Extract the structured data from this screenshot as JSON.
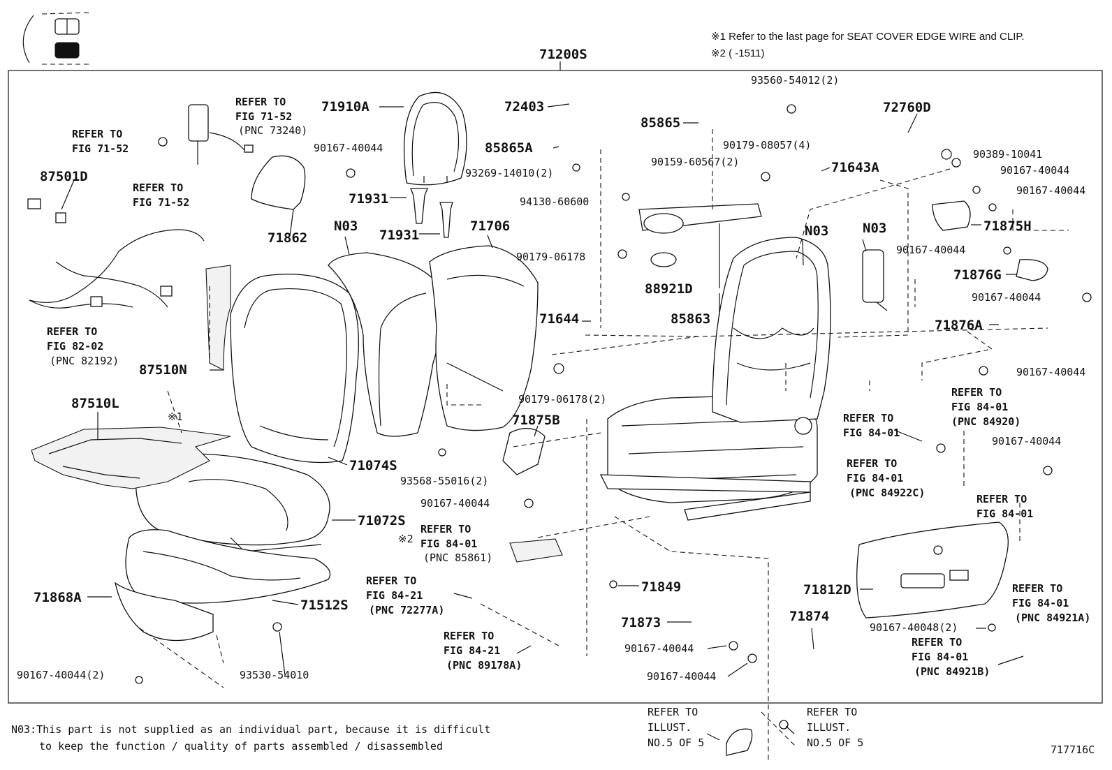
{
  "assembly_number": "71200S",
  "notes": {
    "note1": "※1 Refer to the last page for SEAT COVER EDGE WIRE and CLIP.",
    "note2": "※2 (      -1511)"
  },
  "footnote": {
    "line1": "N03:This part is not supplied as an individual part, because it is difficult",
    "line2": "to keep the function / quality of parts assembled / disassembled"
  },
  "figure_code": "717716C",
  "callouts": [
    {
      "id": "c01",
      "text": "71910A",
      "style": "bold"
    },
    {
      "id": "c02",
      "text": "72403",
      "style": "bold"
    },
    {
      "id": "c03",
      "text": "85865A",
      "style": "bold"
    },
    {
      "id": "c04",
      "text": "85865",
      "style": "bold"
    },
    {
      "id": "c05",
      "text": "72760D",
      "style": "bold"
    },
    {
      "id": "c06",
      "text": "87501D",
      "style": "bold"
    },
    {
      "id": "c07",
      "text": "71931",
      "style": "bold"
    },
    {
      "id": "c08",
      "text": "71931",
      "style": "bold"
    },
    {
      "id": "c09",
      "text": "71862",
      "style": "bold"
    },
    {
      "id": "c10",
      "text": "N03",
      "style": "bold"
    },
    {
      "id": "c11",
      "text": "71706",
      "style": "bold"
    },
    {
      "id": "c12",
      "text": "71643A",
      "style": "bold"
    },
    {
      "id": "c13",
      "text": "N03",
      "style": "bold"
    },
    {
      "id": "c14",
      "text": "N03",
      "style": "bold"
    },
    {
      "id": "c15",
      "text": "71875H",
      "style": "bold"
    },
    {
      "id": "c16",
      "text": "71876G",
      "style": "bold"
    },
    {
      "id": "c17",
      "text": "88921D",
      "style": "bold"
    },
    {
      "id": "c18",
      "text": "85863",
      "style": "bold"
    },
    {
      "id": "c19",
      "text": "71644",
      "style": "bold"
    },
    {
      "id": "c20",
      "text": "71876A",
      "style": "bold"
    },
    {
      "id": "c21",
      "text": "87510N",
      "style": "bold"
    },
    {
      "id": "c22",
      "text": "87510L",
      "style": "bold"
    },
    {
      "id": "c23",
      "text": "71875B",
      "style": "bold"
    },
    {
      "id": "c24",
      "text": "71074S",
      "style": "bold"
    },
    {
      "id": "c25",
      "text": "71072S",
      "style": "bold"
    },
    {
      "id": "c26",
      "text": "71868A",
      "style": "bold"
    },
    {
      "id": "c27",
      "text": "71512S",
      "style": "bold"
    },
    {
      "id": "c28",
      "text": "71849",
      "style": "bold"
    },
    {
      "id": "c29",
      "text": "71812D",
      "style": "bold"
    },
    {
      "id": "c30",
      "text": "71873",
      "style": "bold"
    },
    {
      "id": "c31",
      "text": "71874",
      "style": "bold"
    },
    {
      "id": "c40",
      "text": "90167-40044",
      "style": "thin"
    },
    {
      "id": "c41",
      "text": "93560-54012(2)",
      "style": "thin"
    },
    {
      "id": "c42",
      "text": "90179-08057(4)",
      "style": "thin"
    },
    {
      "id": "c43",
      "text": "90389-10041",
      "style": "thin"
    },
    {
      "id": "c44",
      "text": "90159-60567(2)",
      "style": "thin"
    },
    {
      "id": "c45",
      "text": "90167-40044",
      "style": "thin"
    },
    {
      "id": "c46",
      "text": "93269-14010(2)",
      "style": "thin"
    },
    {
      "id": "c47",
      "text": "90167-40044",
      "style": "thin"
    },
    {
      "id": "c48",
      "text": "94130-60600",
      "style": "thin"
    },
    {
      "id": "c49",
      "text": "90167-40044",
      "style": "thin"
    },
    {
      "id": "c50",
      "text": "90179-06178",
      "style": "thin"
    },
    {
      "id": "c51",
      "text": "90167-40044",
      "style": "thin"
    },
    {
      "id": "c52",
      "text": "90179-06178(2)",
      "style": "thin"
    },
    {
      "id": "c53",
      "text": "90167-40044",
      "style": "thin"
    },
    {
      "id": "c54",
      "text": "90167-40044",
      "style": "thin"
    },
    {
      "id": "c55",
      "text": "93568-55016(2)",
      "style": "thin"
    },
    {
      "id": "c56",
      "text": "90167-40044",
      "style": "thin"
    },
    {
      "id": "c57",
      "text": "90167-40044(2)",
      "style": "thin"
    },
    {
      "id": "c58",
      "text": "93530-54010",
      "style": "thin"
    },
    {
      "id": "c59",
      "text": "90167-40044",
      "style": "thin"
    },
    {
      "id": "c60",
      "text": "90167-40044",
      "style": "thin"
    },
    {
      "id": "c61",
      "text": "90167-40048(2)",
      "style": "thin"
    },
    {
      "id": "c62",
      "text": "※1",
      "style": "thin"
    },
    {
      "id": "c63",
      "text": "※2",
      "style": "thin"
    }
  ],
  "references": [
    {
      "id": "r01",
      "lines": [
        "REFER TO",
        "FIG 71-52",
        "(PNC 73240)"
      ]
    },
    {
      "id": "r02",
      "lines": [
        "REFER TO",
        "FIG 71-52"
      ]
    },
    {
      "id": "r03",
      "lines": [
        "REFER TO",
        "FIG 71-52"
      ]
    },
    {
      "id": "r04",
      "lines": [
        "REFER TO",
        "FIG 82-02",
        "(PNC 82192)"
      ]
    },
    {
      "id": "r05",
      "lines": [
        "REFER TO",
        "FIG 84-01",
        "(PNC 84920)"
      ]
    },
    {
      "id": "r06",
      "lines": [
        "REFER TO",
        "FIG 84-01"
      ]
    },
    {
      "id": "r07",
      "lines": [
        "REFER TO",
        "FIG 84-01",
        "(PNC 84922C)"
      ]
    },
    {
      "id": "r08",
      "lines": [
        "REFER TO",
        "FIG 84-01"
      ]
    },
    {
      "id": "r09",
      "lines": [
        "REFER TO",
        "FIG 84-01",
        "(PNC 85861)"
      ]
    },
    {
      "id": "r10",
      "lines": [
        "REFER TO",
        "FIG 84-21",
        "(PNC 72277A)"
      ]
    },
    {
      "id": "r11",
      "lines": [
        "REFER TO",
        "FIG 84-21",
        "(PNC 89178A)"
      ]
    },
    {
      "id": "r12",
      "lines": [
        "REFER TO",
        "FIG 84-01",
        "(PNC 84921A)"
      ]
    },
    {
      "id": "r13",
      "lines": [
        "REFER TO",
        "FIG 84-01",
        "(PNC 84921B)"
      ]
    },
    {
      "id": "r14",
      "lines": [
        "REFER TO",
        "ILLUST.",
        "NO.5 OF 5"
      ]
    },
    {
      "id": "r15",
      "lines": [
        "REFER TO",
        "ILLUST.",
        "NO.5 OF 5"
      ]
    }
  ]
}
